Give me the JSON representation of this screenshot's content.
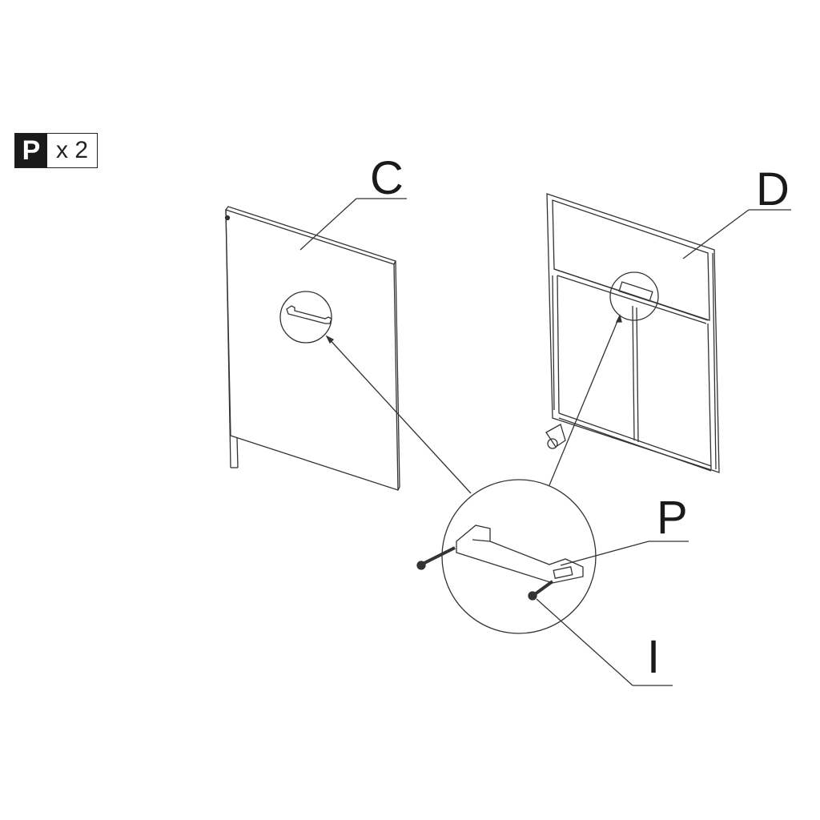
{
  "quantity_badge": {
    "part": "P",
    "count": "x 2"
  },
  "labels": {
    "panel_c": "C",
    "frame_d": "D",
    "handle": "P",
    "screw": "I"
  },
  "colors": {
    "line": "#333333",
    "badge_bg": "#1a1a1a",
    "background": "#ffffff"
  }
}
